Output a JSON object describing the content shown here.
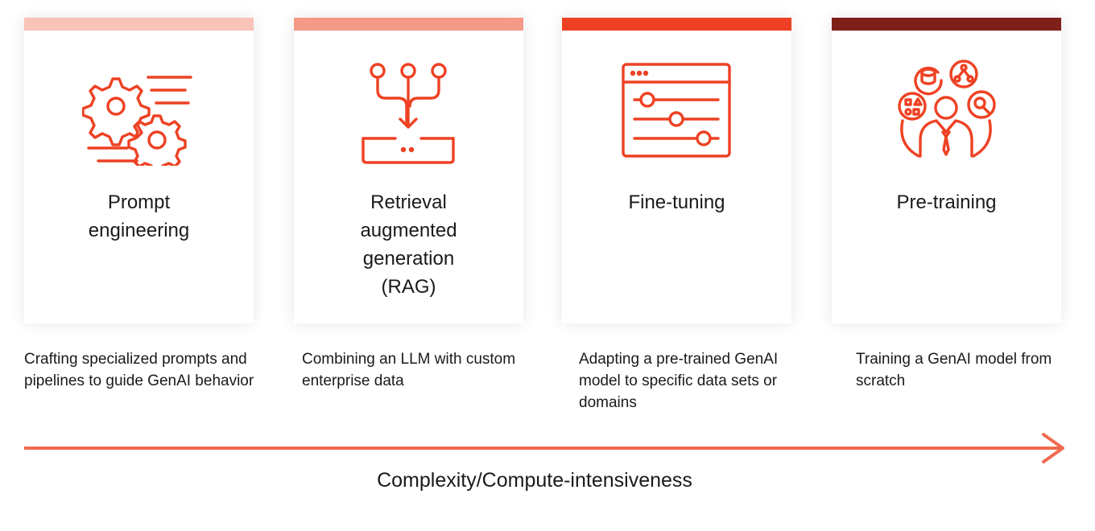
{
  "colors": {
    "accent": "#ee4123",
    "bar_1": "#f8c3b8",
    "bar_2": "#f59a87",
    "bar_3": "#ee4123",
    "bar_4": "#7f1f1a",
    "axis": "#f16a4f"
  },
  "cards": [
    {
      "title": "Prompt engineering",
      "icon": "gears-icon",
      "description": "Crafting specialized prompts and pipelines to guide GenAI behavior"
    },
    {
      "title": "Retrieval augmented generation (RAG)",
      "icon": "retrieval-icon",
      "description": "Combining an LLM with custom enterprise data"
    },
    {
      "title": "Fine-tuning",
      "icon": "sliders-window-icon",
      "description": "Adapting a pre-trained GenAI model to specific data sets or domains"
    },
    {
      "title": "Pre-training",
      "icon": "person-skills-icon",
      "description": "Training a GenAI model from scratch"
    }
  ],
  "axis": {
    "label": "Complexity/Compute-intensiveness"
  }
}
